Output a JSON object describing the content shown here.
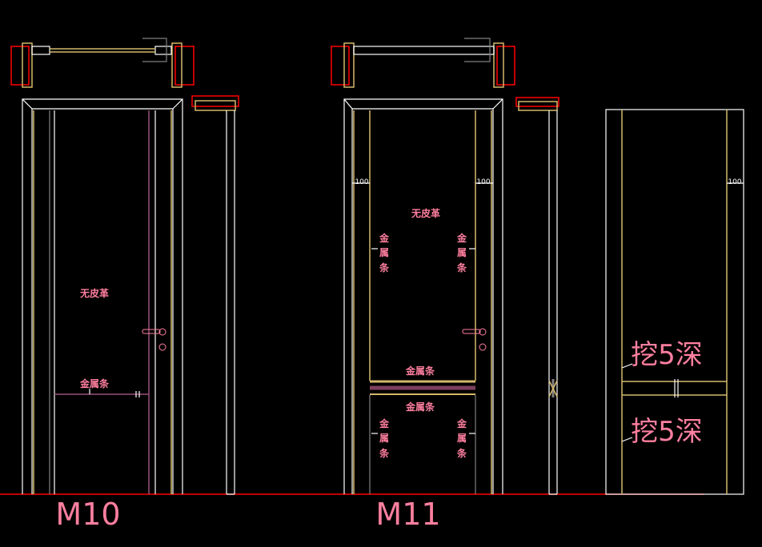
{
  "drawing": {
    "m10": {
      "title": "M10",
      "leather_note": "无皮革",
      "metal_strip_note": "金属条"
    },
    "m11": {
      "title": "M11",
      "leather_note": "无皮革",
      "metal_strip_note": "金属条",
      "metal_vertical": [
        "金",
        "属",
        "条"
      ],
      "dim_left": "100",
      "dim_right": "100"
    },
    "panel": {
      "groove_note_upper": "挖5深",
      "groove_note_lower": "挖5深",
      "dim": "100"
    },
    "colors": {
      "background": "#000000",
      "frame": "#ffffff",
      "trim": "#d4b96a",
      "wall": "#ff0000",
      "text": "#ff7f9f"
    }
  }
}
